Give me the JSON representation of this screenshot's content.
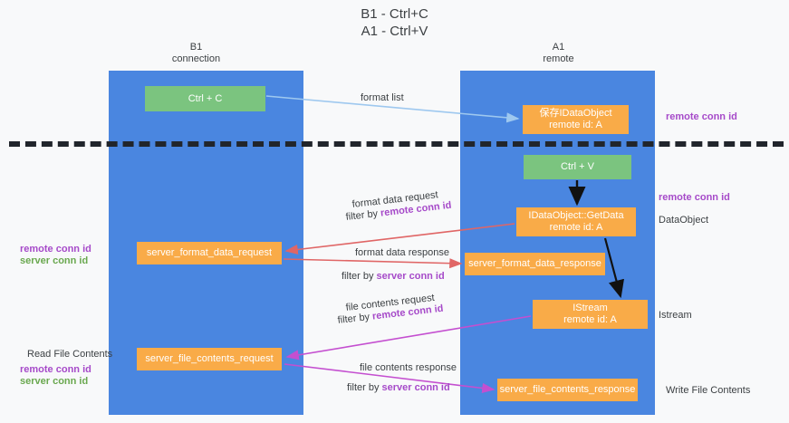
{
  "title": {
    "line1": "B1 - Ctrl+C",
    "line2": "A1 - Ctrl+V"
  },
  "columns": [
    {
      "id": "b1",
      "name": "B1",
      "role": "connection"
    },
    {
      "id": "a1",
      "name": "A1",
      "role": "remote"
    }
  ],
  "nodes": {
    "ctrl_c": {
      "label": "Ctrl + C",
      "color": "#7bc47f"
    },
    "ctrl_v": {
      "label": "Ctrl + V",
      "color": "#7bc47f"
    },
    "save_dataobject": {
      "line1": "保存IDataObject",
      "line2": "remote id: A",
      "color": "#f9ab48"
    },
    "getdata": {
      "line1": "IDataObject::GetData",
      "line2": "remote id: A",
      "color": "#f9ab48"
    },
    "server_format_data_request": {
      "label": "server_format_data_request",
      "color": "#f9ab48"
    },
    "server_format_data_response": {
      "label": "server_format_data_response",
      "color": "#f9ab48"
    },
    "istream": {
      "line1": "IStream",
      "line2": "remote id: A",
      "color": "#f9ab48"
    },
    "server_file_contents_request": {
      "label": "server_file_contents_request",
      "color": "#f9ab48"
    },
    "server_file_contents_response": {
      "label": "server_file_contents_response",
      "color": "#f9ab48"
    }
  },
  "edges": {
    "format_list": {
      "label": "format list",
      "color": "#9ec8ef"
    },
    "format_data_request": {
      "line1": "format data request",
      "prefix": "filter by ",
      "key": "remote conn id",
      "color": "#e06666"
    },
    "format_data_response": {
      "line1": "format data response",
      "prefix": "filter by ",
      "key": "server conn id",
      "color": "#e06666"
    },
    "file_contents_request": {
      "line1": "file contents request",
      "prefix": "filter by ",
      "key": "remote conn id",
      "color": "#c44fd0"
    },
    "file_contents_response": {
      "line1": "file contents response",
      "prefix": "filter by ",
      "key": "server conn id",
      "color": "#c44fd0"
    }
  },
  "annotations": {
    "right_remote_conn_id_top": "remote conn id",
    "right_remote_conn_id_mid": "remote conn id",
    "dataobject": "DataObject",
    "istream": "Istream",
    "write_file_contents": "Write File Contents",
    "left_remote_conn_id_mid": "remote conn id",
    "left_server_conn_id_mid": "server conn id",
    "read_file_contents": "Read File Contents",
    "left_remote_conn_id_bottom": "remote conn id",
    "left_server_conn_id_bottom": "server conn id"
  },
  "colors": {
    "background": "#f8f9fa",
    "lane": "#4a86e0",
    "green_node": "#7bc47f",
    "orange_node": "#f9ab48",
    "purple_text": "#a64ac9",
    "green_text": "#6aa84f",
    "red_arrow": "#e06666",
    "magenta_arrow": "#c44fd0",
    "light_blue_arrow": "#9ec8ef",
    "black_arrow": "#000000",
    "divider": "#21252b"
  }
}
